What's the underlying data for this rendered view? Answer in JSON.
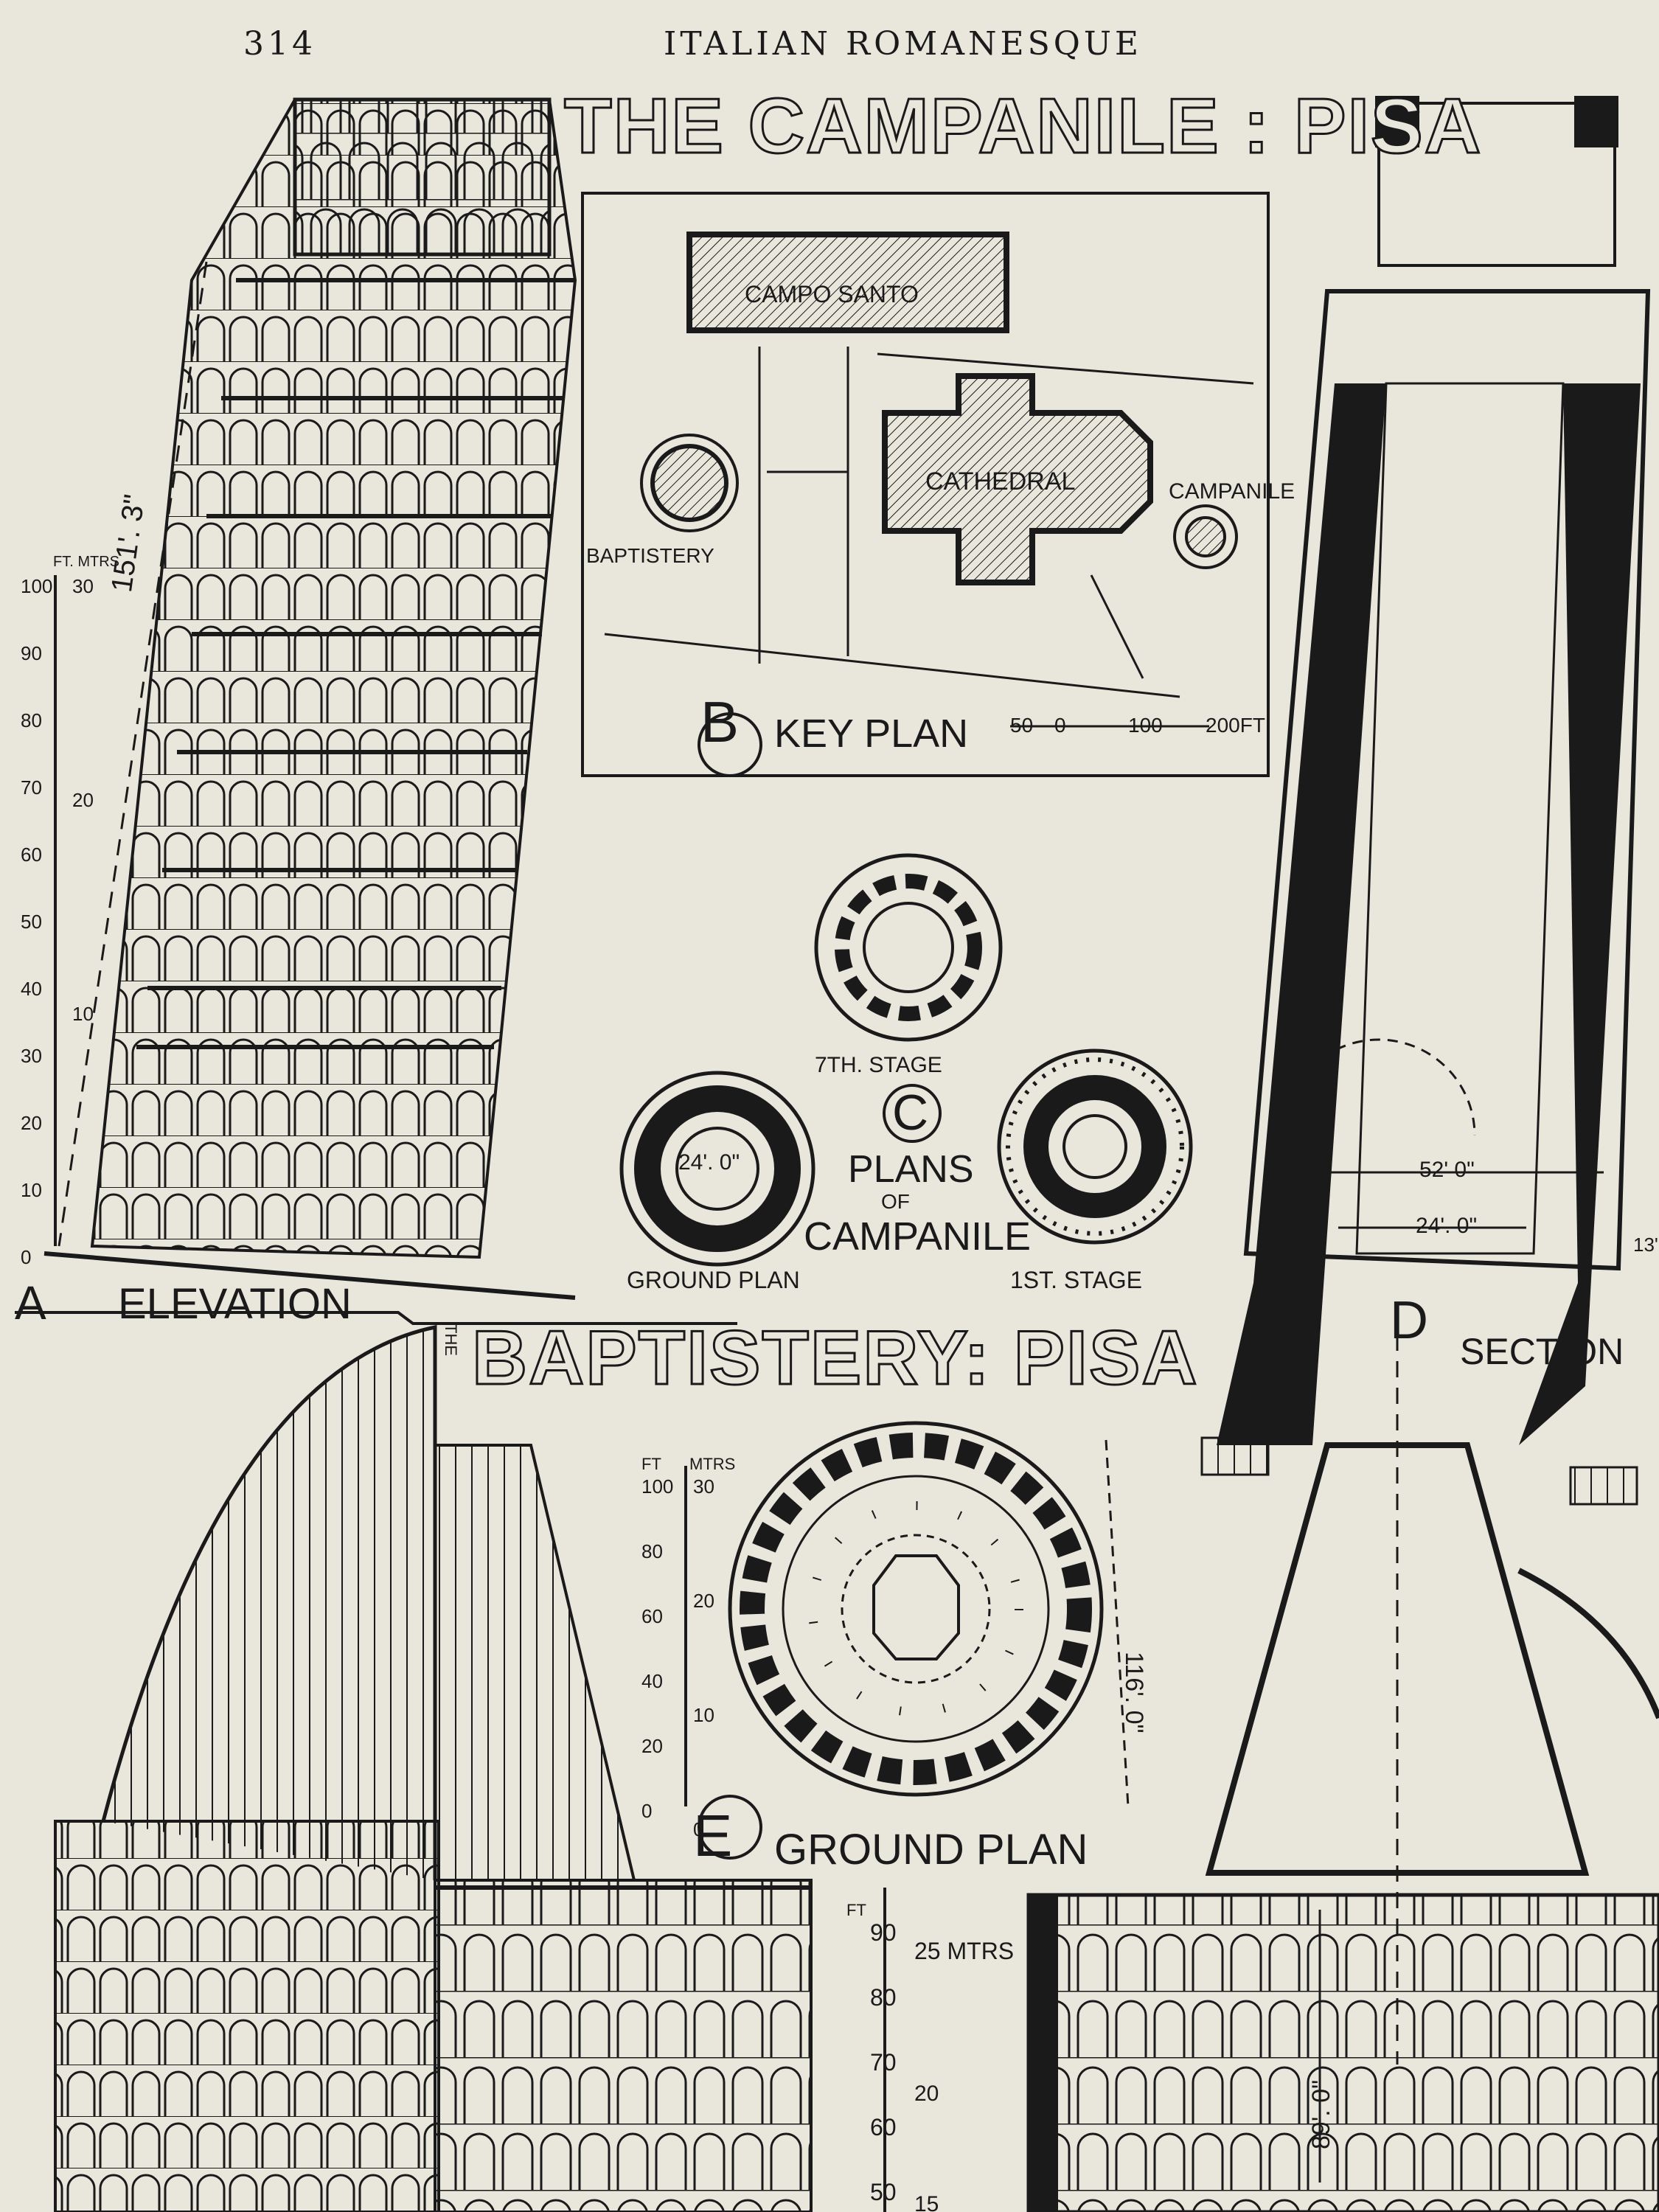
{
  "header": {
    "page_number": "314",
    "running_title": "ITALIAN ROMANESQUE"
  },
  "campanile": {
    "title": "THE CAMPANILE : PISA",
    "elevation": {
      "letter": "A",
      "label": "ELEVATION",
      "height_dim": "151'. 3\"",
      "scale_units": "FT. MTRS",
      "scale_ft": [
        "100",
        "90",
        "80",
        "70",
        "60",
        "50",
        "40",
        "30",
        "20",
        "10",
        "0"
      ],
      "scale_m": [
        "30",
        "20",
        "10"
      ]
    },
    "key_plan": {
      "letter": "B",
      "label": "KEY PLAN",
      "campo_santo": "CAMPO SANTO",
      "cathedral": "CATHEDRAL",
      "baptistery": "BAPTISTERY",
      "campanile": "CAMPANILE",
      "scale": [
        "50",
        "0",
        "100",
        "200FT"
      ]
    },
    "plans": {
      "letter": "C",
      "label_1": "PLANS",
      "label_2": "OF",
      "label_3": "CAMPANILE",
      "stage_7": "7TH. STAGE",
      "ground_plan": "GROUND PLAN",
      "stage_1": "1ST. STAGE",
      "diameter": "24'. 0\""
    },
    "section": {
      "letter": "D",
      "label": "SECTION",
      "dim_outer": "52' 0\"",
      "dim_inner": "24'. 0\"",
      "dim_side": "13'"
    }
  },
  "baptistery": {
    "title": "BAPTISTERY: PISA",
    "title_prefix": "THE",
    "ground_plan": {
      "letter": "E",
      "label": "GROUND PLAN",
      "diameter": "116'. 0\"",
      "scale_units_ft": "FT",
      "scale_units_m": "MTRS",
      "scale_ft": [
        "100",
        "80",
        "60",
        "40",
        "20",
        "0"
      ],
      "scale_m": [
        "30",
        "20",
        "10",
        "0"
      ]
    },
    "lower_scale": {
      "ft": [
        "90",
        "80",
        "70",
        "60",
        "50"
      ],
      "m_top": "25 MTRS",
      "m": [
        "20",
        "15"
      ],
      "units": "FT"
    },
    "section_height": "89'. 0\""
  },
  "colors": {
    "paper": "#e9e6dc",
    "ink": "#1a1a1a"
  }
}
